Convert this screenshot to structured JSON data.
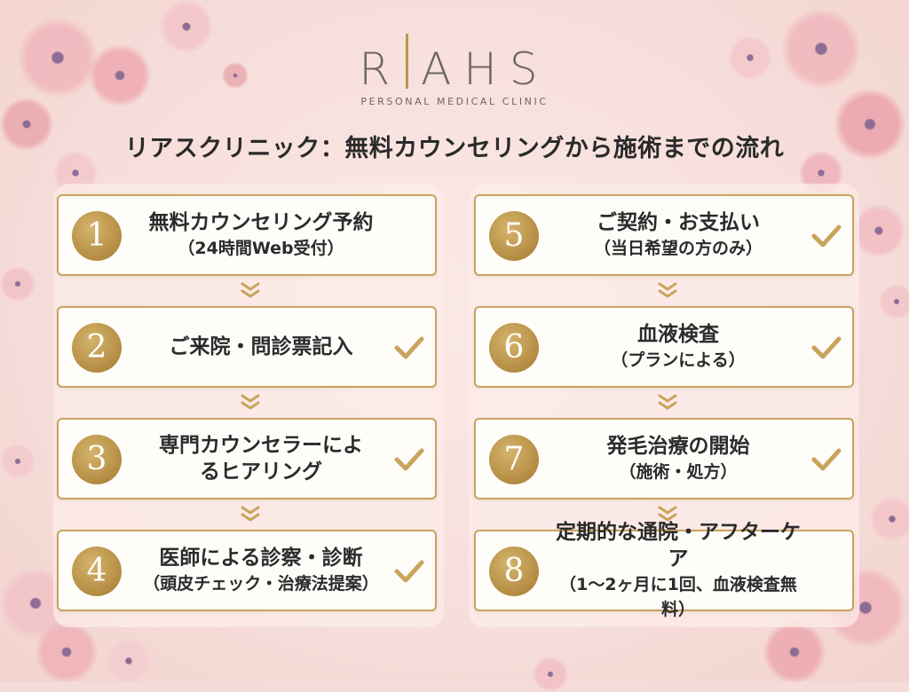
{
  "logo": {
    "mark_left": "R",
    "mark_right": "AHS",
    "subtitle": "PERSONAL MEDICAL CLINIC"
  },
  "title": "リアスクリニック：無料カウンセリングから施術までの流れ",
  "colors": {
    "gold": "#c8a45c",
    "badge": "#b38c42",
    "background": "#f6dcd8",
    "text": "#2b2b2b"
  },
  "steps": [
    {
      "number": "1",
      "main": "無料カウンセリング予約",
      "sub": "（24時間Web受付）",
      "checked": false
    },
    {
      "number": "2",
      "main": "ご来院・問診票記入",
      "sub": "",
      "checked": true
    },
    {
      "number": "3",
      "main": "専門カウンセラーによ",
      "main2": "るヒアリング",
      "checked": true
    },
    {
      "number": "4",
      "main": "医師による診察・診断",
      "sub": "（頭皮チェック・治療法提案）",
      "checked": true
    },
    {
      "number": "5",
      "main": "ご契約・お支払い",
      "sub": "（当日希望の方のみ）",
      "checked": true
    },
    {
      "number": "6",
      "main": "血液検査",
      "sub": "（プランによる）",
      "checked": true
    },
    {
      "number": "7",
      "main": "発毛治療の開始",
      "sub": "（施術・処方）",
      "checked": true
    },
    {
      "number": "8",
      "main": "定期的な通院・アフターケア",
      "sub": "（1～2ヶ月に1回、血液検査無料）",
      "checked": false
    }
  ],
  "icons": {
    "check": "check-icon",
    "chevron": "double-chevron-down-icon"
  }
}
